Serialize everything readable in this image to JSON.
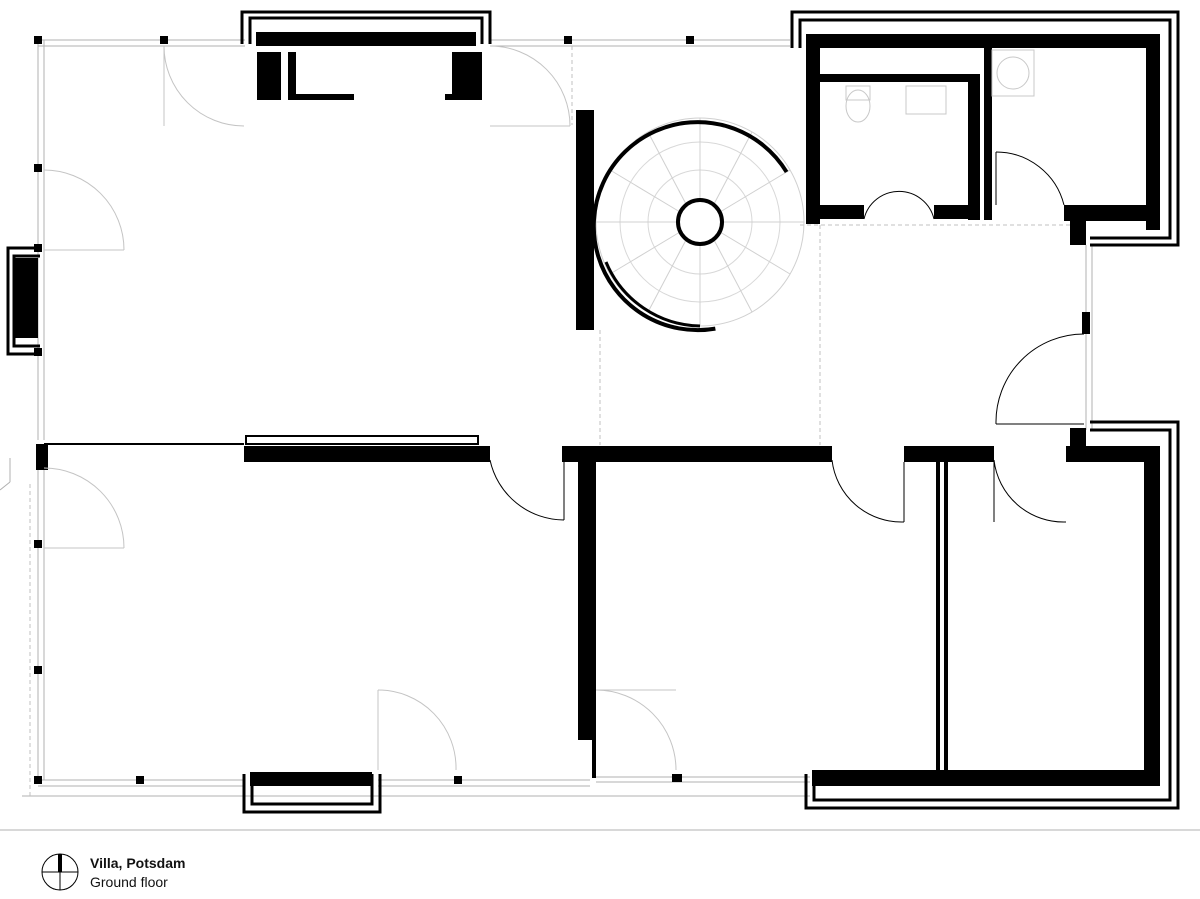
{
  "caption": {
    "title": "Villa, Potsdam",
    "subtitle": "Ground floor"
  },
  "colors": {
    "wall": "#000000",
    "thin_line": "#aaaaaa",
    "dashed": "#bbbbbb",
    "background": "#ffffff"
  },
  "icons": {
    "north_arrow": "north-arrow-icon",
    "stair": "spiral-staircase",
    "toilet": "toilet-fixture",
    "basin": "washbasin-fixture"
  }
}
